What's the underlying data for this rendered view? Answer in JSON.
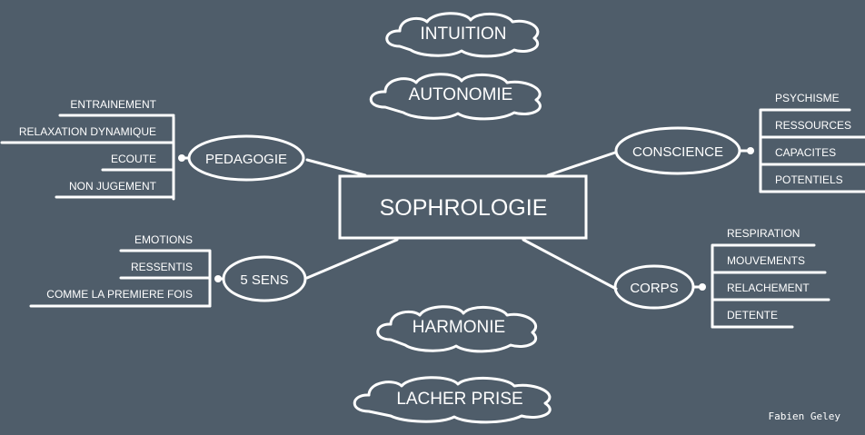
{
  "center": {
    "label": "SOPHROLOGIE"
  },
  "clouds": {
    "intuition": "INTUITION",
    "autonomie": "AUTONOMIE",
    "harmonie": "HARMONIE",
    "lacher_prise": "LACHER PRISE"
  },
  "branches": {
    "pedagogie": {
      "label": "PEDAGOGIE",
      "items": [
        "ENTRAINEMENT",
        "RELAXATION DYNAMIQUE",
        "ECOUTE",
        "NON JUGEMENT"
      ]
    },
    "cinq_sens": {
      "label": "5 SENS",
      "items": [
        "EMOTIONS",
        "RESSENTIS",
        "COMME LA PREMIERE FOIS"
      ]
    },
    "conscience": {
      "label": "CONSCIENCE",
      "items": [
        "PSYCHISME",
        "RESSOURCES",
        "CAPACITES",
        "POTENTIELS"
      ]
    },
    "corps": {
      "label": "CORPS",
      "items": [
        "RESPIRATION",
        "MOUVEMENTS",
        "RELACHEMENT",
        "DETENTE"
      ]
    }
  },
  "author": "Fabien Geley",
  "colors": {
    "background": "#4f5d6a",
    "stroke": "#ffffff"
  }
}
